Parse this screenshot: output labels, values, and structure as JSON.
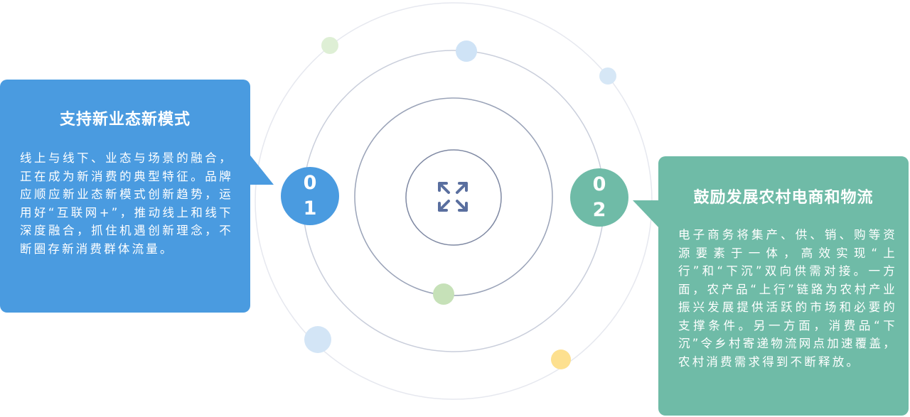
{
  "cards": [
    {
      "title": "支持新业态新模式",
      "body": "线上与线下、业态与场景的融合，正在成为新消费的典型特征。品牌应顺应新业态新模式创新趋势，运用好“互联网+”，推动线上和线下深度融合，抓住机遇创新理念，不断圈存新消费群体流量。",
      "color": "#4a9be0"
    },
    {
      "title": "鼓励发展农村电商和物流",
      "body": "电子商务将集产、供、销、购等资源要素于一体，高效实现“上行”和“下沉”双向供需对接。一方面，农产品“上行”链路为农村产业振兴发展提供活跃的市场和必要的支撑条件。另一方面，消费品“下沉”令乡村寄递物流网点加速覆盖，农村消费需求得到不断释放。",
      "color": "#6fbba7"
    }
  ],
  "badges": [
    {
      "digit1": "0",
      "digit2": "1"
    },
    {
      "digit1": "0",
      "digit2": "2"
    }
  ],
  "center_icon": "expand-arrows-icon",
  "colors": {
    "blue": "#4a9be0",
    "green": "#6fbba7",
    "ring": "#8a94ad",
    "ring_light": "#e3e6ee",
    "icon": "#5a6f9f"
  }
}
